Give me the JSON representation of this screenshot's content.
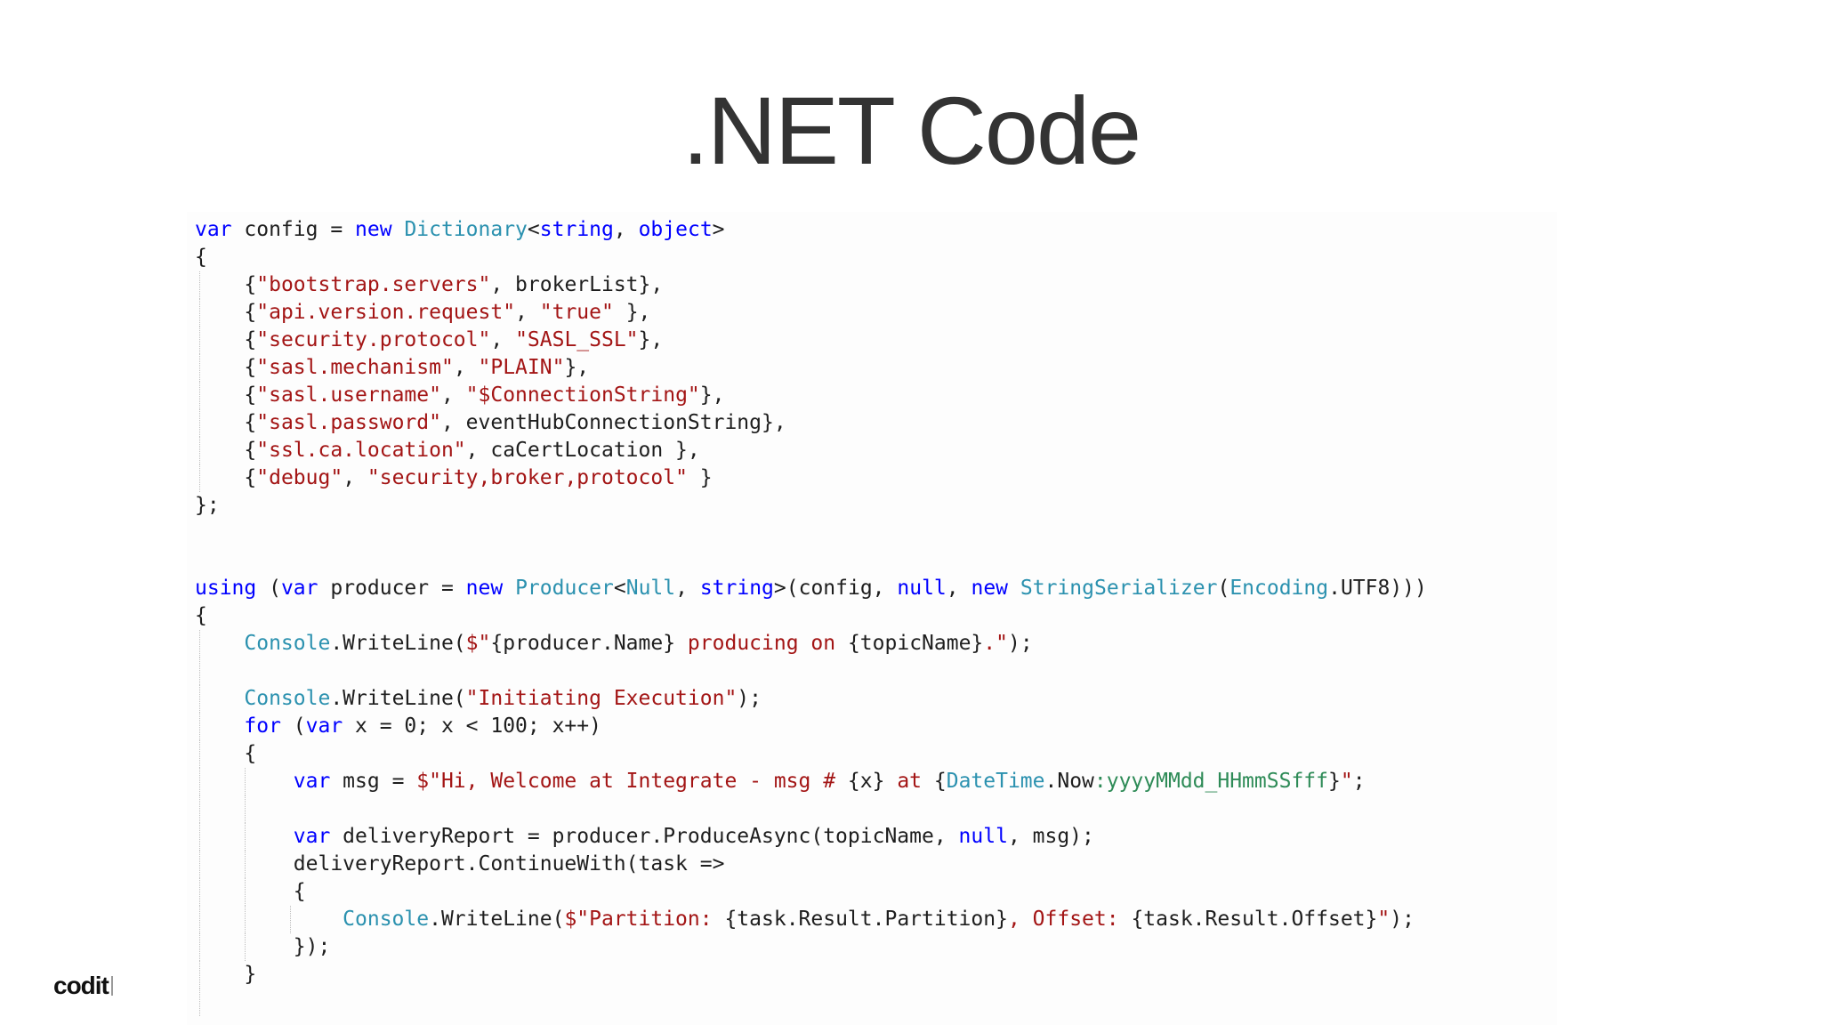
{
  "slide": {
    "title": ".NET Code",
    "logo": "codit"
  },
  "colors": {
    "keyword": "#0000ff",
    "type": "#2b91af",
    "string": "#a31515",
    "format_specifier": "#2e8b57",
    "plain": "#1e1e1e",
    "title": "#333333"
  },
  "code": {
    "language": "C#",
    "lines": [
      {
        "guides": 0,
        "tokens": [
          [
            "keyword",
            "var"
          ],
          [
            "plain",
            " config = "
          ],
          [
            "keyword",
            "new"
          ],
          [
            "plain",
            " "
          ],
          [
            "type",
            "Dictionary"
          ],
          [
            "plain",
            "<"
          ],
          [
            "keyword",
            "string"
          ],
          [
            "plain",
            ", "
          ],
          [
            "keyword",
            "object"
          ],
          [
            "plain",
            ">"
          ]
        ]
      },
      {
        "guides": 0,
        "tokens": [
          [
            "plain",
            "{"
          ]
        ]
      },
      {
        "guides": 1,
        "tokens": [
          [
            "plain",
            "    {"
          ],
          [
            "string",
            "\"bootstrap.servers\""
          ],
          [
            "plain",
            ", brokerList},"
          ]
        ]
      },
      {
        "guides": 1,
        "tokens": [
          [
            "plain",
            "    {"
          ],
          [
            "string",
            "\"api.version.request\""
          ],
          [
            "plain",
            ", "
          ],
          [
            "string",
            "\"true\""
          ],
          [
            "plain",
            " },"
          ]
        ]
      },
      {
        "guides": 1,
        "tokens": [
          [
            "plain",
            "    {"
          ],
          [
            "string",
            "\"security.protocol\""
          ],
          [
            "plain",
            ", "
          ],
          [
            "string",
            "\"SASL_SSL\""
          ],
          [
            "plain",
            "},"
          ]
        ]
      },
      {
        "guides": 1,
        "tokens": [
          [
            "plain",
            "    {"
          ],
          [
            "string",
            "\"sasl.mechanism\""
          ],
          [
            "plain",
            ", "
          ],
          [
            "string",
            "\"PLAIN\""
          ],
          [
            "plain",
            "},"
          ]
        ]
      },
      {
        "guides": 1,
        "tokens": [
          [
            "plain",
            "    {"
          ],
          [
            "string",
            "\"sasl.username\""
          ],
          [
            "plain",
            ", "
          ],
          [
            "string",
            "\"$ConnectionString\""
          ],
          [
            "plain",
            "},"
          ]
        ]
      },
      {
        "guides": 1,
        "tokens": [
          [
            "plain",
            "    {"
          ],
          [
            "string",
            "\"sasl.password\""
          ],
          [
            "plain",
            ", eventHubConnectionString},"
          ]
        ]
      },
      {
        "guides": 1,
        "tokens": [
          [
            "plain",
            "    {"
          ],
          [
            "string",
            "\"ssl.ca.location\""
          ],
          [
            "plain",
            ", caCertLocation },"
          ]
        ]
      },
      {
        "guides": 1,
        "tokens": [
          [
            "plain",
            "    {"
          ],
          [
            "string",
            "\"debug\""
          ],
          [
            "plain",
            ", "
          ],
          [
            "string",
            "\"security,broker,protocol\""
          ],
          [
            "plain",
            " }"
          ]
        ]
      },
      {
        "guides": 0,
        "tokens": [
          [
            "plain",
            "};"
          ]
        ]
      },
      {
        "guides": 0,
        "tokens": []
      },
      {
        "guides": 0,
        "tokens": []
      },
      {
        "guides": 0,
        "tokens": [
          [
            "keyword",
            "using"
          ],
          [
            "plain",
            " ("
          ],
          [
            "keyword",
            "var"
          ],
          [
            "plain",
            " producer = "
          ],
          [
            "keyword",
            "new"
          ],
          [
            "plain",
            " "
          ],
          [
            "type",
            "Producer"
          ],
          [
            "plain",
            "<"
          ],
          [
            "type",
            "Null"
          ],
          [
            "plain",
            ", "
          ],
          [
            "keyword",
            "string"
          ],
          [
            "plain",
            ">(config, "
          ],
          [
            "keyword",
            "null"
          ],
          [
            "plain",
            ", "
          ],
          [
            "keyword",
            "new"
          ],
          [
            "plain",
            " "
          ],
          [
            "type",
            "StringSerializer"
          ],
          [
            "plain",
            "("
          ],
          [
            "type",
            "Encoding"
          ],
          [
            "plain",
            ".UTF8)))"
          ]
        ]
      },
      {
        "guides": 0,
        "tokens": [
          [
            "plain",
            "{"
          ]
        ]
      },
      {
        "guides": 1,
        "tokens": [
          [
            "plain",
            "    "
          ],
          [
            "type",
            "Console"
          ],
          [
            "plain",
            ".WriteLine("
          ],
          [
            "string",
            "$\""
          ],
          [
            "plain",
            "{producer.Name}"
          ],
          [
            "string",
            " producing on "
          ],
          [
            "plain",
            "{topicName}"
          ],
          [
            "string",
            ".\""
          ],
          [
            "plain",
            ");"
          ]
        ]
      },
      {
        "guides": 1,
        "tokens": []
      },
      {
        "guides": 1,
        "tokens": [
          [
            "plain",
            "    "
          ],
          [
            "type",
            "Console"
          ],
          [
            "plain",
            ".WriteLine("
          ],
          [
            "string",
            "\"Initiating Execution\""
          ],
          [
            "plain",
            ");"
          ]
        ]
      },
      {
        "guides": 1,
        "tokens": [
          [
            "plain",
            "    "
          ],
          [
            "keyword",
            "for"
          ],
          [
            "plain",
            " ("
          ],
          [
            "keyword",
            "var"
          ],
          [
            "plain",
            " x = 0; x < 100; x++)"
          ]
        ]
      },
      {
        "guides": 1,
        "tokens": [
          [
            "plain",
            "    {"
          ]
        ]
      },
      {
        "guides": 2,
        "tokens": [
          [
            "plain",
            "        "
          ],
          [
            "keyword",
            "var"
          ],
          [
            "plain",
            " msg = "
          ],
          [
            "string",
            "$\"Hi, Welcome at Integrate - msg # "
          ],
          [
            "plain",
            "{x}"
          ],
          [
            "string",
            " at "
          ],
          [
            "plain",
            "{"
          ],
          [
            "type",
            "DateTime"
          ],
          [
            "plain",
            ".Now"
          ],
          [
            "format",
            ":yyyyMMdd_HHmmSSfff"
          ],
          [
            "plain",
            "}"
          ],
          [
            "string",
            "\""
          ],
          [
            "plain",
            ";"
          ]
        ]
      },
      {
        "guides": 2,
        "tokens": []
      },
      {
        "guides": 2,
        "tokens": [
          [
            "plain",
            "        "
          ],
          [
            "keyword",
            "var"
          ],
          [
            "plain",
            " deliveryReport = producer.ProduceAsync(topicName, "
          ],
          [
            "keyword",
            "null"
          ],
          [
            "plain",
            ", msg);"
          ]
        ]
      },
      {
        "guides": 2,
        "tokens": [
          [
            "plain",
            "        deliveryReport.ContinueWith(task =>"
          ]
        ]
      },
      {
        "guides": 2,
        "tokens": [
          [
            "plain",
            "        {"
          ]
        ]
      },
      {
        "guides": 3,
        "tokens": [
          [
            "plain",
            "            "
          ],
          [
            "type",
            "Console"
          ],
          [
            "plain",
            ".WriteLine("
          ],
          [
            "string",
            "$\"Partition: "
          ],
          [
            "plain",
            "{task.Result.Partition}"
          ],
          [
            "string",
            ", Offset: "
          ],
          [
            "plain",
            "{task.Result.Offset}"
          ],
          [
            "string",
            "\""
          ],
          [
            "plain",
            ");"
          ]
        ]
      },
      {
        "guides": 2,
        "tokens": [
          [
            "plain",
            "        });"
          ]
        ]
      },
      {
        "guides": 1,
        "tokens": [
          [
            "plain",
            "    }"
          ]
        ]
      },
      {
        "guides": 1,
        "tokens": []
      }
    ]
  }
}
